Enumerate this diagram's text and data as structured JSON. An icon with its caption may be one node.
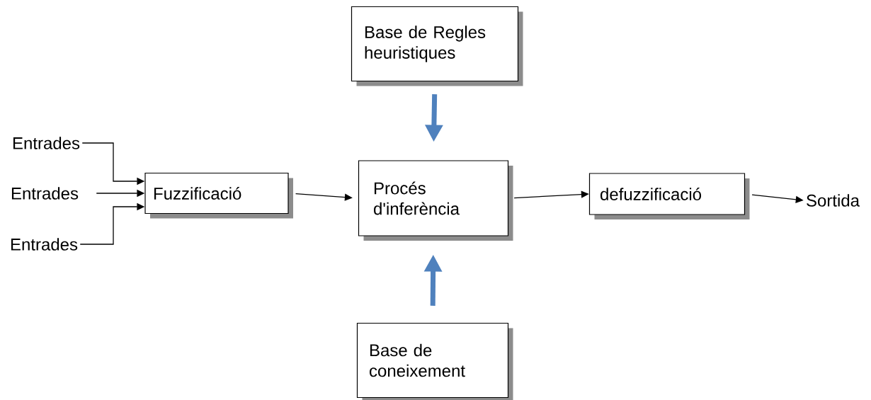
{
  "diagram": {
    "nodes": [
      {
        "text": [
          "Entrades"
        ]
      },
      {
        "text": [
          "Entrades"
        ]
      },
      {
        "text": [
          "Entrades"
        ]
      },
      {
        "text": [
          "Fuzzificació"
        ]
      },
      {
        "text": [
          "Base de Regles heuristiques"
        ]
      },
      {
        "text": [
          "Procés d'inferència"
        ]
      },
      {
        "text": [
          "Base de coneixement"
        ]
      },
      {
        "text": [
          "defuzzificació"
        ]
      },
      {
        "text": [
          "Sortida"
        ]
      }
    ],
    "edges": [
      {
        "from": 0,
        "to": 3,
        "arrow": "to"
      },
      {
        "from": 1,
        "to": 3,
        "arrow": "to"
      },
      {
        "from": 2,
        "to": 3,
        "arrow": "to"
      },
      {
        "from": 3,
        "to": 5,
        "arrow": "to"
      },
      {
        "from": 4,
        "to": 5,
        "arrow": "to",
        "style": "thick",
        "color": "#4f81bd"
      },
      {
        "from": 6,
        "to": 5,
        "arrow": "to",
        "style": "thick",
        "color": "#4f81bd"
      },
      {
        "from": 5,
        "to": 7,
        "arrow": "to"
      },
      {
        "from": 7,
        "to": 8,
        "arrow": "to"
      }
    ]
  }
}
